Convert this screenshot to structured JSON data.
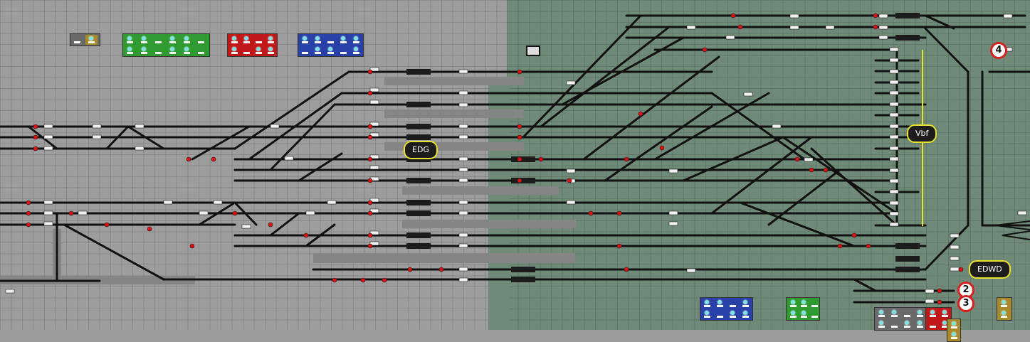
{
  "zones": [
    {
      "label": "EDG"
    },
    {
      "label": "Vbf"
    },
    {
      "label": "EDWD"
    }
  ],
  "markers": [
    {
      "label": "4"
    },
    {
      "label": "2"
    },
    {
      "label": "3"
    }
  ],
  "colors": {
    "left_area": "#9d9d9d",
    "right_area": "#6f8a78",
    "track": "#111111",
    "signal_red": "#e01010",
    "zone_outline": "#e8e22a",
    "marker_ring": "#d42020",
    "panel_green": "#2f9a2f",
    "panel_red": "#c01818",
    "panel_blue": "#2840a8",
    "panel_gray": "#6a6a6a",
    "panel_gold": "#a88a2a"
  },
  "icons": [
    "crane-icon",
    "platform-lamp-icon",
    "signal-icon",
    "track-label-icon"
  ]
}
